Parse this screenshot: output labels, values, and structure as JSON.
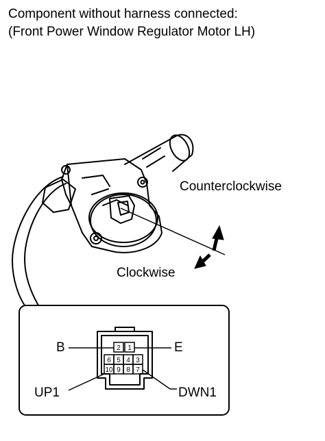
{
  "header": {
    "line1": "Component without harness connected:",
    "line2": "(Front Power Window Regulator Motor LH)"
  },
  "motor": {
    "rotation_labels": {
      "counterclockwise": "Counterclockwise",
      "clockwise": "Clockwise"
    }
  },
  "connector": {
    "pin_labels": {
      "b": "B",
      "e": "E",
      "up1": "UP1",
      "dwn1": "DWN1"
    },
    "pins": [
      "2",
      "1",
      "6",
      "5",
      "4",
      "3",
      "10",
      "9",
      "8",
      "7"
    ]
  }
}
